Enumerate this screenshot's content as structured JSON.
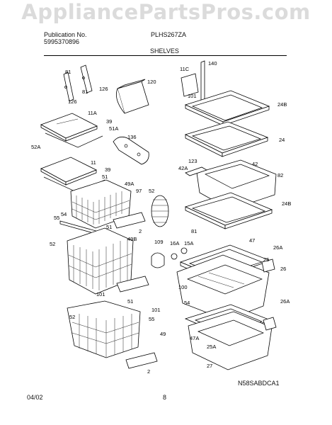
{
  "watermark": "AppliancePartsPros.com",
  "header": {
    "publication_label": "Publication No.",
    "publication_number": "5995370896",
    "model": "PLHS267ZA",
    "section": "SHELVES"
  },
  "footer": {
    "date": "04/02",
    "page": "8",
    "drawing_id": "N58SABDCA1"
  },
  "callouts": [
    "81",
    "126",
    "81",
    "126",
    "120",
    "11C",
    "140",
    "101",
    "24B",
    "11A",
    "39",
    "51A",
    "136",
    "52A",
    "24",
    "123",
    "42A",
    "42",
    "82",
    "11",
    "39",
    "51",
    "49A",
    "52",
    "97",
    "24B",
    "55",
    "54",
    "51",
    "2",
    "81",
    "52",
    "49B",
    "109",
    "16A",
    "15A",
    "47",
    "26A",
    "25",
    "26",
    "101",
    "51",
    "100",
    "54",
    "101",
    "52",
    "55",
    "49",
    "2",
    "26A",
    "47A",
    "25A",
    "27"
  ]
}
